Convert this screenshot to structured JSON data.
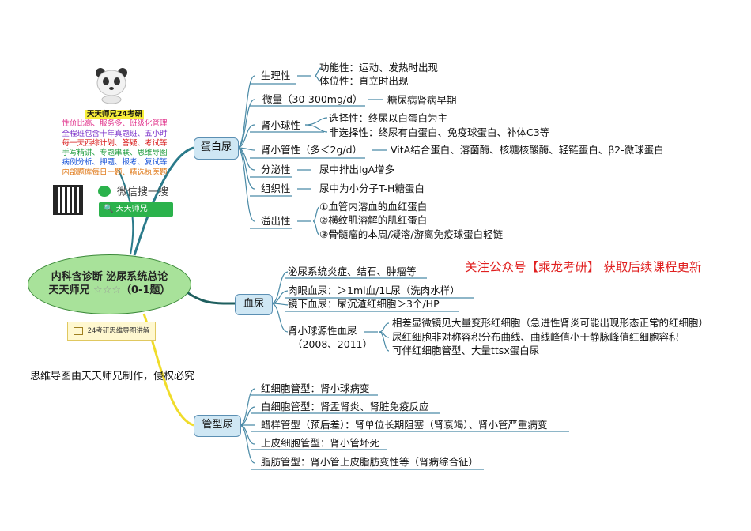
{
  "promo": {
    "title": "天天师兄24考研",
    "lines": [
      {
        "text": "性价比高、服务多、班级化管理",
        "color": "#e0308a"
      },
      {
        "text": "全程班包含十年真题班、五小时",
        "color": "#7a2fc9"
      },
      {
        "text": "每一天西综计划、答疑、考试等",
        "color": "#d81a1a"
      },
      {
        "text": "手写精讲、专题串联、思维导图",
        "color": "#1a9a3a"
      },
      {
        "text": "病例分析、押题、报考、复试等",
        "color": "#1a55d8"
      },
      {
        "text": "内部题库每日一题、精选执医题",
        "color": "#e07a1a"
      }
    ]
  },
  "wechat": {
    "label": "微信搜一搜",
    "search": "天天师兄"
  },
  "root": {
    "line1": "内科含诊断 泌尿系统总论",
    "line2_name": "天天师兄 ",
    "line2_stars": "☆☆☆",
    "line2_tail": "（0-1题）"
  },
  "badge": "24考研思维导图讲解",
  "copyright": "思维导图由天天师兄制作，侵权必究",
  "ad": "关注公众号【乘龙考研】 获取后续课程更新",
  "branches": {
    "protein": {
      "label": "蛋白尿",
      "items": {
        "physio": "生理性",
        "physio_a": "功能性：运动、发热时出现",
        "physio_b": "体位性：直立时出现",
        "micro": "微量（30-300mg/d）",
        "micro_a": "糖尿病肾病早期",
        "glom": "肾小球性",
        "glom_a": "选择性：终尿以白蛋白为主",
        "glom_b": "非选择性：终尿有白蛋白、免疫球蛋白、补体C3等",
        "tubular": "肾小管性（多＜2g/d）",
        "tubular_a": "VitA结合蛋白、溶菌酶、核糖核酸酶、轻链蛋白、β2-微球蛋白",
        "secret": "分泌性",
        "secret_a": "尿中排出IgA增多",
        "tissue": "组织性",
        "tissue_a": "尿中为小分子T-H糖蛋白",
        "overflow": "溢出性",
        "overflow_a": "①血管内溶血的血红蛋白",
        "overflow_b": "②横纹肌溶解的肌红蛋白",
        "overflow_c": "③骨髓瘤的本周/凝溶/游离免疫球蛋白轻链"
      }
    },
    "blood": {
      "label": "血尿",
      "items": {
        "cause": "泌尿系统炎症、结石、肿瘤等",
        "gross": "肉眼血尿：＞1ml血/1L尿（洗肉水样）",
        "micro": "镜下血尿：尿沉渣红细胞＞3个/HP",
        "glom": "肾小球源性血尿",
        "glom_years": "（2008、2011）",
        "glom_a": "相差显微镜见大量变形红细胞（急进性肾炎可能出现形态正常的红细胞）",
        "glom_b": "尿红细胞非对称容积分布曲线、曲线峰值小于静脉峰值红细胞容积",
        "glom_c": "可伴红细胞管型、大量ttsx蛋白尿"
      }
    },
    "cast": {
      "label": "管型尿",
      "items": {
        "rbc": "红细胞管型：肾小球病变",
        "wbc": "白细胞管型：肾盂肾炎、肾脏免疫反应",
        "waxy": "蜡样管型（预后差）：肾单位长期阻塞（肾衰竭）、肾小管严重病变",
        "epi": "上皮细胞管型：肾小管坏死",
        "fat": "脂肪管型：肾小管上皮脂肪变性等（肾病综合征）"
      }
    }
  },
  "colors": {
    "blood_branch": "#1f5f5f",
    "cast_branch": "#f0dc2a",
    "protein_branch": "#2a7a8a",
    "node_fill": "#cfe7f4",
    "root_fill": "#a8e29a"
  }
}
